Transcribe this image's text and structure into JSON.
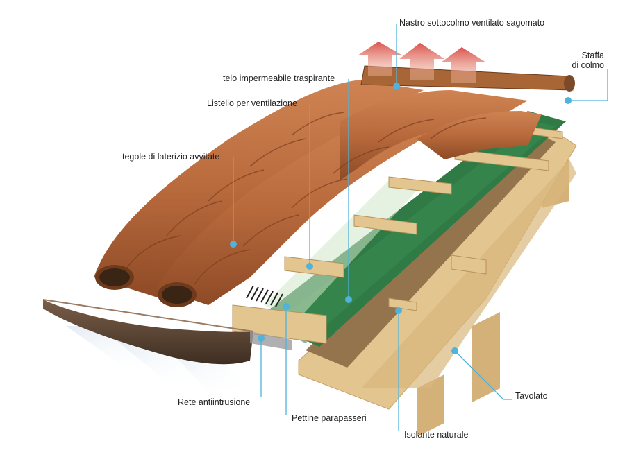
{
  "labels": {
    "nastro": "Nastro sottocolmo ventilato sagomato",
    "staffa_line1": "Staffa",
    "staffa_line2": "di colmo",
    "telo": "telo impermeabile traspirante",
    "listello": "Listello per ventilazione",
    "tegole": "tegole di laterizio avvitate",
    "rete": "Rete antiintrusione",
    "pettine": "Pettine parapasseri",
    "isolante": "Isolante naturale",
    "tavolato": "Tavolato"
  },
  "colors": {
    "leader": "#4fb3dc",
    "tile": "#b86a3c",
    "tile_dark": "#8e4a26",
    "membrane": "#2f7a45",
    "wood": "#e3c590",
    "wood_dark": "#c9a066",
    "insulation": "#8a6a46",
    "gutter": "#5a4535",
    "airflow": "#d9534f"
  }
}
